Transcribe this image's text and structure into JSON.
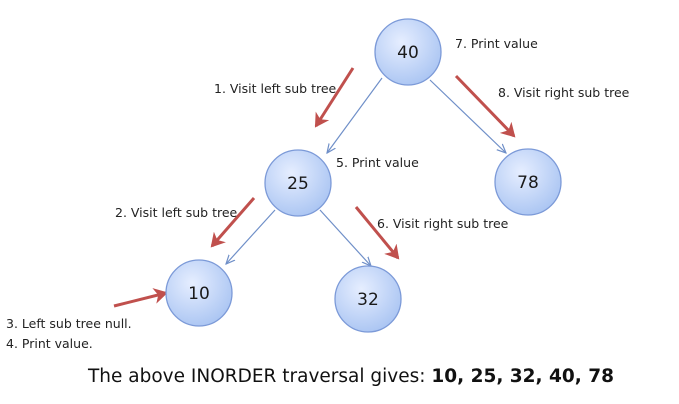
{
  "colors": {
    "node_fill_light": "#e6eeff",
    "node_fill_dark": "#a9c4f2",
    "node_stroke": "#7c9ad8",
    "edge": "#6f8fc8",
    "arrow": "#c0504d"
  },
  "tree": {
    "nodes": [
      {
        "id": "n40",
        "value": "40"
      },
      {
        "id": "n25",
        "value": "25"
      },
      {
        "id": "n78",
        "value": "78"
      },
      {
        "id": "n10",
        "value": "10"
      },
      {
        "id": "n32",
        "value": "32"
      }
    ],
    "edges": [
      {
        "from": "n40",
        "to": "n25"
      },
      {
        "from": "n40",
        "to": "n78"
      },
      {
        "from": "n25",
        "to": "n10"
      },
      {
        "from": "n25",
        "to": "n32"
      }
    ]
  },
  "steps": {
    "s1": "1. Visit left sub tree",
    "s2": "2. Visit left sub tree",
    "s3": "3. Left sub tree null.",
    "s4": "4. Print value.",
    "s5": "5. Print value",
    "s6": "6. Visit right sub tree",
    "s7": "7. Print value",
    "s8": "8. Visit right sub tree"
  },
  "caption": {
    "prefix": "The above INORDER traversal gives: ",
    "result": "10, 25, 32, 40, 78"
  }
}
